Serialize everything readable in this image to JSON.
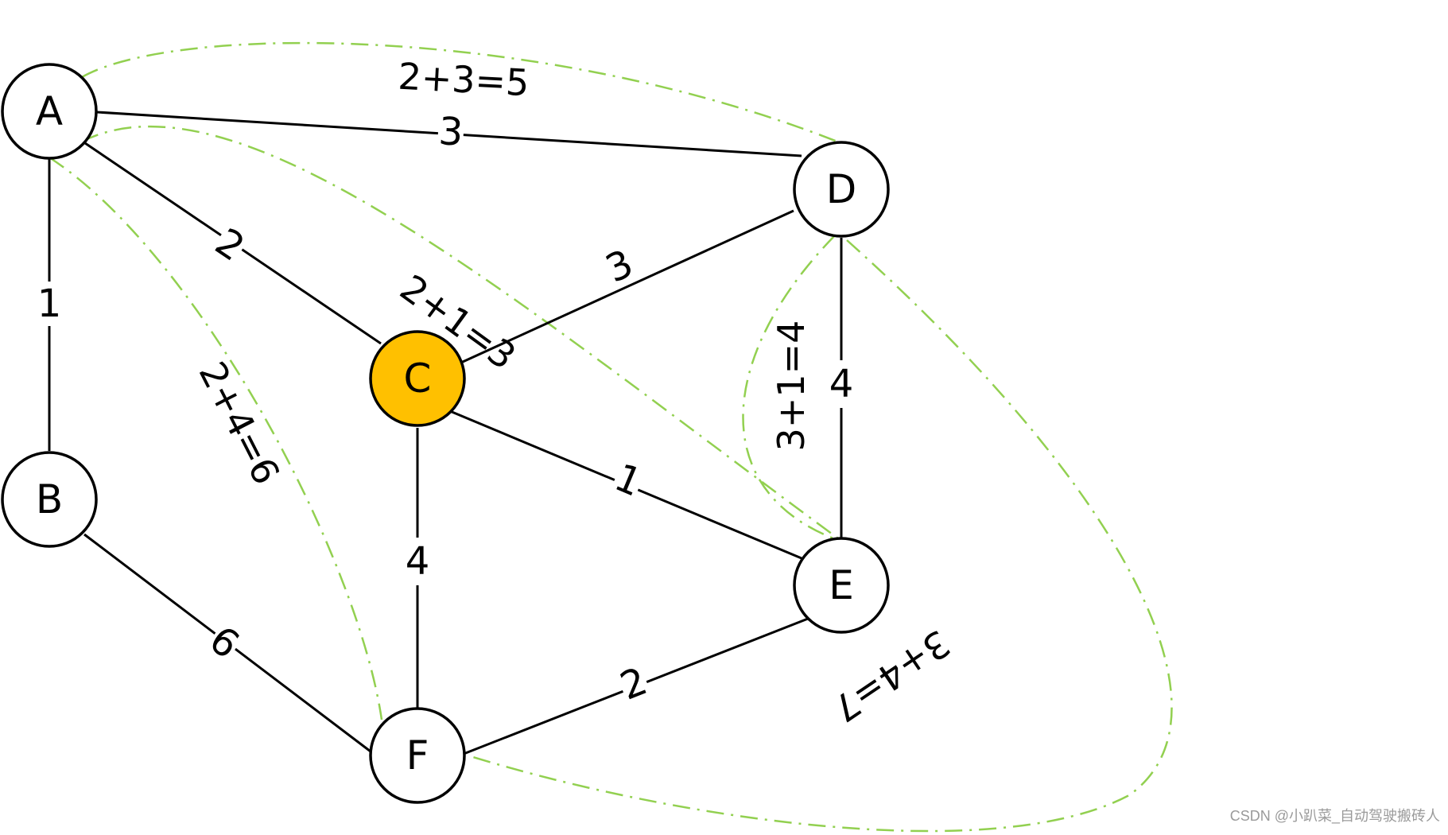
{
  "graph": {
    "nodes": [
      {
        "id": "A",
        "label": "A",
        "fill": "#ffffff"
      },
      {
        "id": "B",
        "label": "B",
        "fill": "#ffffff"
      },
      {
        "id": "C",
        "label": "C",
        "fill": "#ffc000"
      },
      {
        "id": "D",
        "label": "D",
        "fill": "#ffffff"
      },
      {
        "id": "E",
        "label": "E",
        "fill": "#ffffff"
      },
      {
        "id": "F",
        "label": "F",
        "fill": "#ffffff"
      }
    ],
    "edges": [
      {
        "from": "A",
        "to": "D",
        "weight": "3"
      },
      {
        "from": "A",
        "to": "C",
        "weight": "2"
      },
      {
        "from": "A",
        "to": "B",
        "weight": "1"
      },
      {
        "from": "C",
        "to": "D",
        "weight": "3"
      },
      {
        "from": "C",
        "to": "E",
        "weight": "1"
      },
      {
        "from": "C",
        "to": "F",
        "weight": "4"
      },
      {
        "from": "D",
        "to": "E",
        "weight": "4"
      },
      {
        "from": "B",
        "to": "F",
        "weight": "6"
      },
      {
        "from": "F",
        "to": "E",
        "weight": "2"
      }
    ],
    "paths": [
      {
        "from": "A",
        "to": "D",
        "label": "2+3=5"
      },
      {
        "from": "A",
        "to": "E",
        "label": "2+1=3"
      },
      {
        "from": "A",
        "to": "F",
        "label": "2+4=6"
      },
      {
        "from": "D",
        "to": "E",
        "label": "3+1=4"
      },
      {
        "from": "D",
        "to": "F",
        "label": "3+4=7"
      }
    ]
  },
  "colors": {
    "edge": "#000000",
    "path_dashed": "#92d050",
    "highlight": "#ffc000"
  },
  "watermark": "CSDN @小趴菜_自动驾驶搬砖人"
}
